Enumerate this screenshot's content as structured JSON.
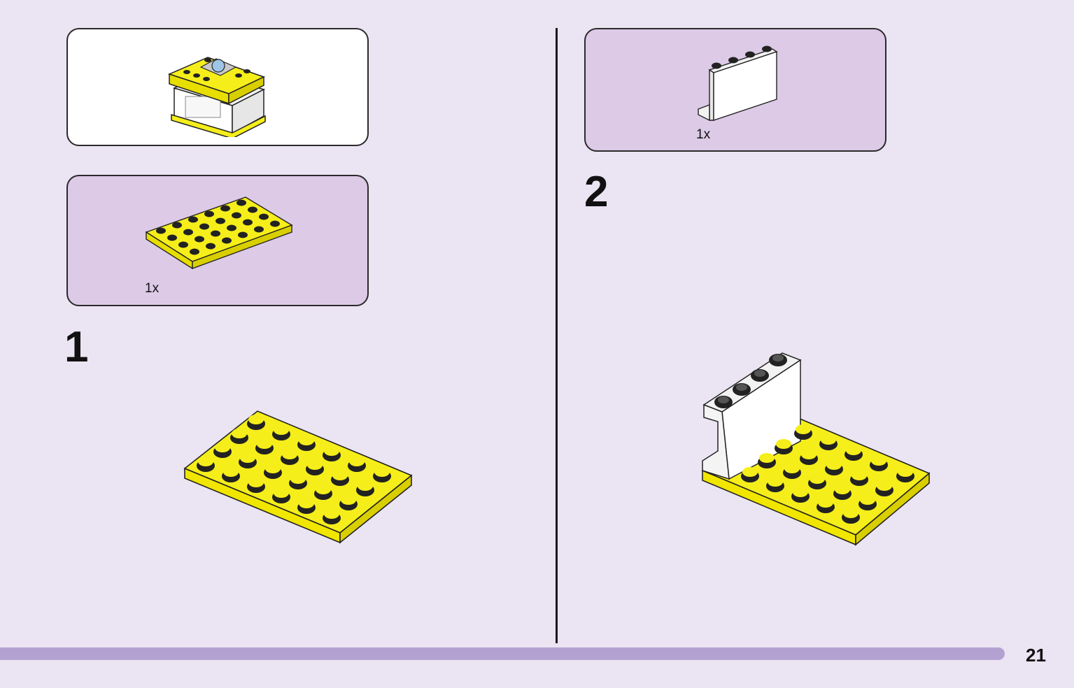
{
  "step1": {
    "number": "1",
    "parts_quantity": "1x"
  },
  "step2": {
    "number": "2",
    "parts_quantity": "1x"
  },
  "footer": {
    "page_number": "21"
  },
  "colors": {
    "background": "#ebe4f2",
    "parts_panel": "#dccae6",
    "brick_yellow": "#f5ee1a",
    "brick_yellow_dark": "#d9cf00",
    "brick_white": "#ffffff",
    "progress_bar": "#b3a2d1"
  }
}
